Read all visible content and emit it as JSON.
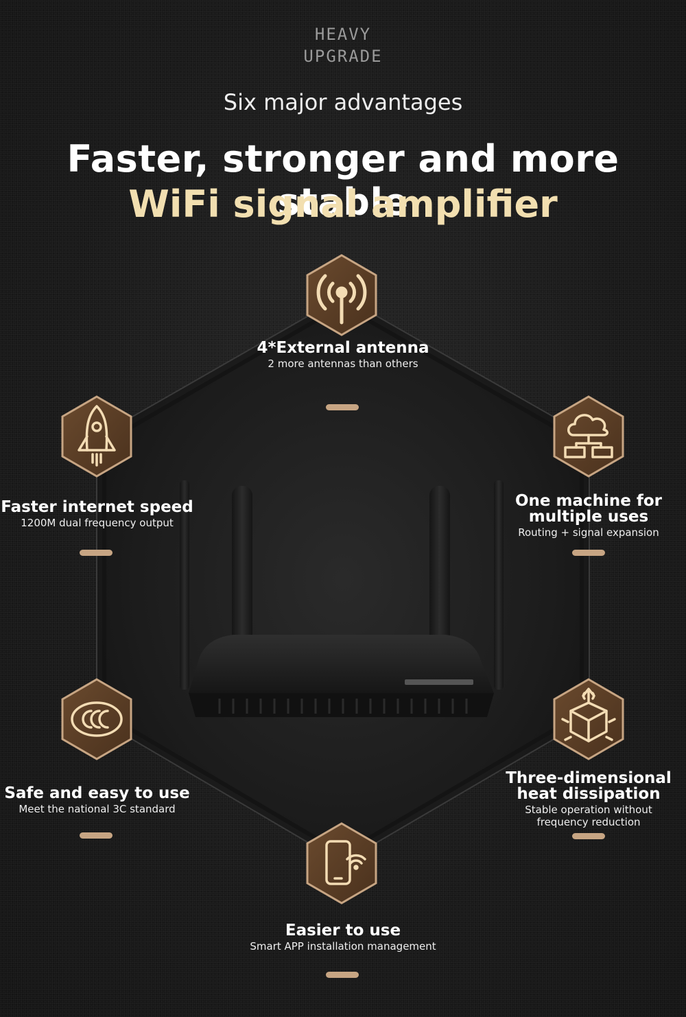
{
  "badge": {
    "line1": "HEAVY",
    "line2": "UPGRADE"
  },
  "subtitle": "Six major advantages",
  "headline": "Faster, stronger and more stable",
  "headline_accent": "WiFi signal amplifier",
  "colors": {
    "accent": "#f2dfb0",
    "hexagon_fill": "#5a3c24",
    "hexagon_border": "#c7a583",
    "icon_stroke": "#f3dcb4",
    "dash": "#c7a583",
    "background": "#1d1d1d"
  },
  "features": [
    {
      "id": "antenna",
      "icon": "antenna-icon",
      "title": "4*External antenna",
      "desc": "2 more antennas than others"
    },
    {
      "id": "speed",
      "icon": "rocket-icon",
      "title": "Faster internet speed",
      "desc": "1200M dual frequency output"
    },
    {
      "id": "multi",
      "icon": "cloud-network-icon",
      "title_line1": "One machine for",
      "title_line2": "multiple uses",
      "desc": "Routing + signal expansion"
    },
    {
      "id": "safe",
      "icon": "ccc-certification-icon",
      "title": "Safe and easy to use",
      "desc": "Meet the national 3C standard"
    },
    {
      "id": "heat",
      "icon": "heat-dissipation-icon",
      "title_line1": "Three-dimensional",
      "title_line2": "heat dissipation",
      "desc_line1": "Stable operation without",
      "desc_line2": "frequency reduction"
    },
    {
      "id": "easy",
      "icon": "smartphone-wifi-icon",
      "title": "Easier to use",
      "desc": "Smart APP installation management"
    }
  ],
  "product": {
    "name": "router-image",
    "antenna_count": 4
  }
}
